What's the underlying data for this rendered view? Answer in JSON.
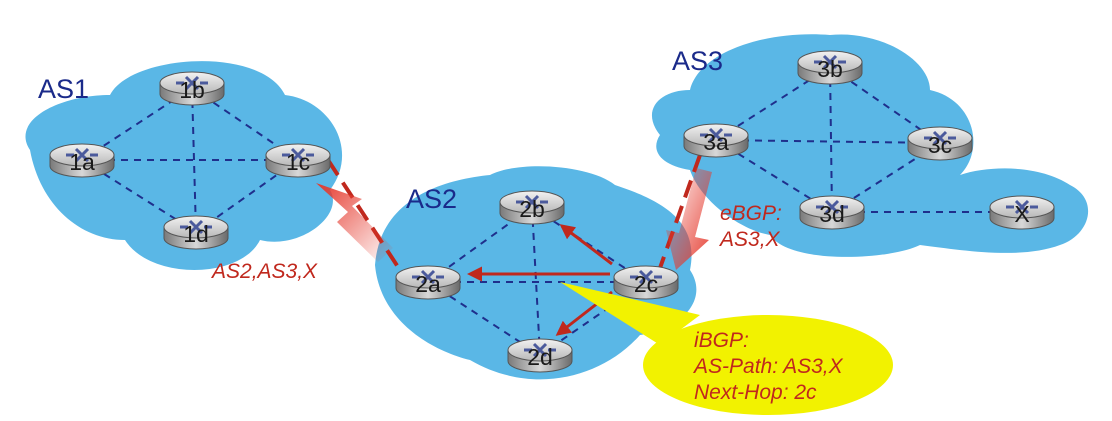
{
  "colors": {
    "cloud": "#5ab7e6",
    "link": "#1f2f8c",
    "ebgp_link": "#c0281d",
    "ibgp_arrow": "#c0281d",
    "as_label": "#1a2a8a",
    "annotation": "#c0281d",
    "callout": "#f2f200"
  },
  "as_labels": {
    "as1": "AS1",
    "as2": "AS2",
    "as3": "AS3"
  },
  "routers": {
    "r1a": "1a",
    "r1b": "1b",
    "r1c": "1c",
    "r1d": "1d",
    "r2a": "2a",
    "r2b": "2b",
    "r2c": "2c",
    "r2d": "2d",
    "r3a": "3a",
    "r3b": "3b",
    "r3c": "3c",
    "r3d": "3d",
    "rx": "X"
  },
  "annotations": {
    "ebgp_line1": "eBGP:",
    "ebgp_line2": "AS3,X",
    "as_path_as1": "AS2,AS3,X",
    "ibgp_line1": "iBGP:",
    "ibgp_line2": "AS-Path: AS3,X",
    "ibgp_line3": "Next-Hop: 2c"
  }
}
